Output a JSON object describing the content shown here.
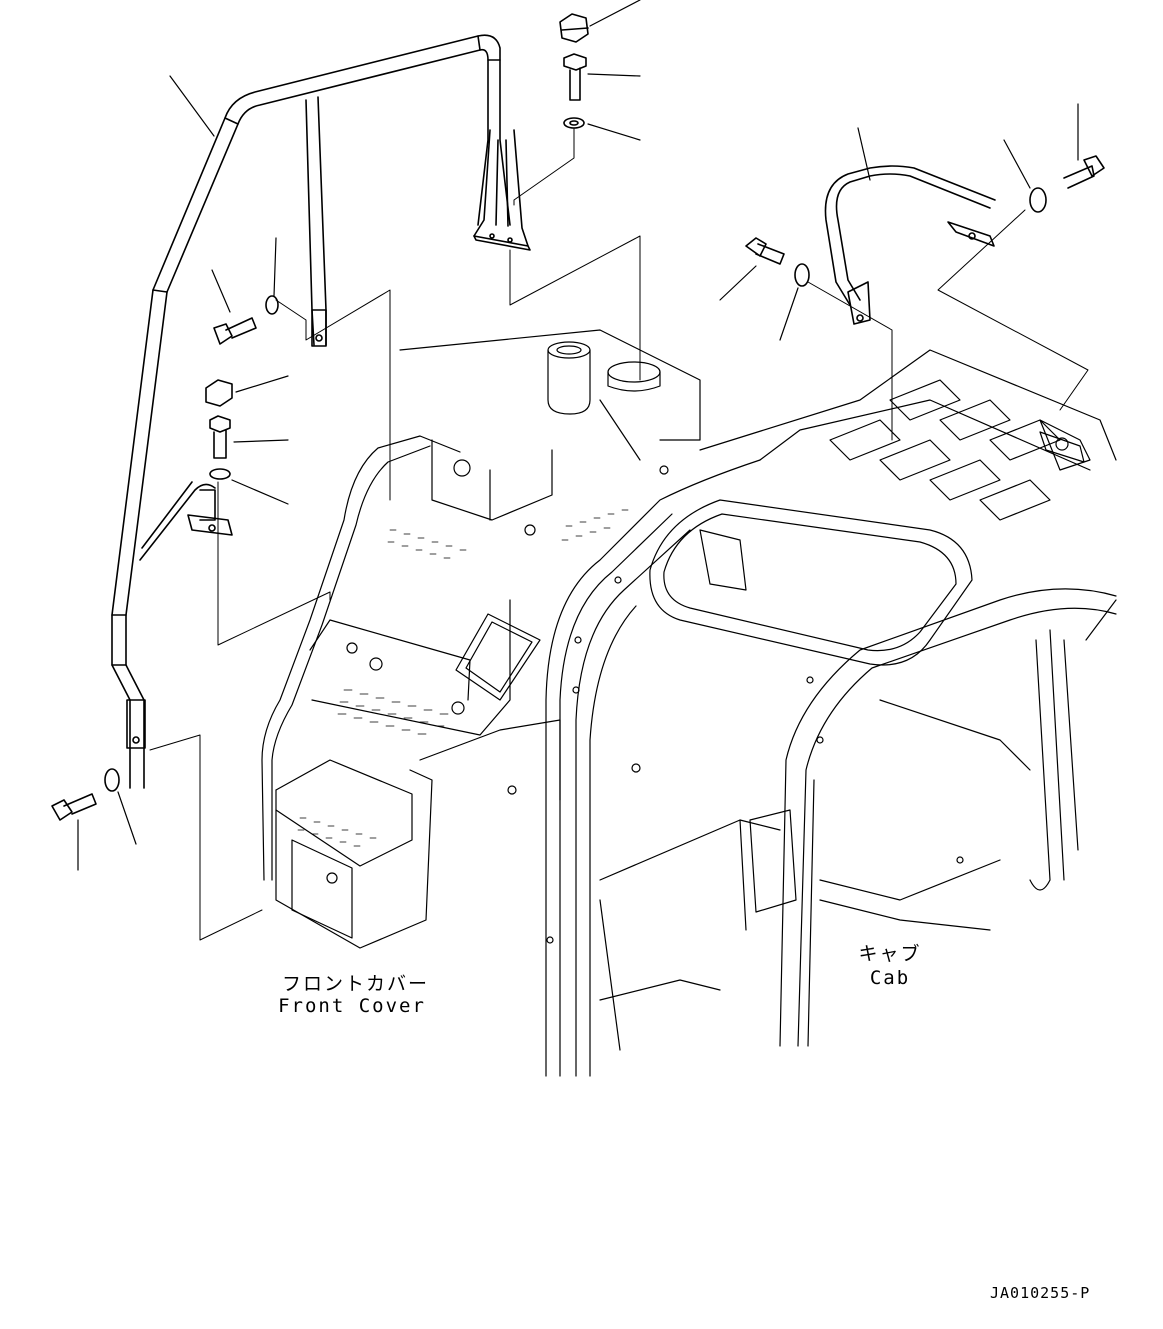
{
  "labels": {
    "front_cover_jp": "フロントカバー",
    "front_cover_en": "Front Cover",
    "cab_jp": "キャブ",
    "cab_en": "Cab"
  },
  "drawing_id": "JA010255-P",
  "colors": {
    "line": "#000000",
    "background": "#ffffff"
  }
}
